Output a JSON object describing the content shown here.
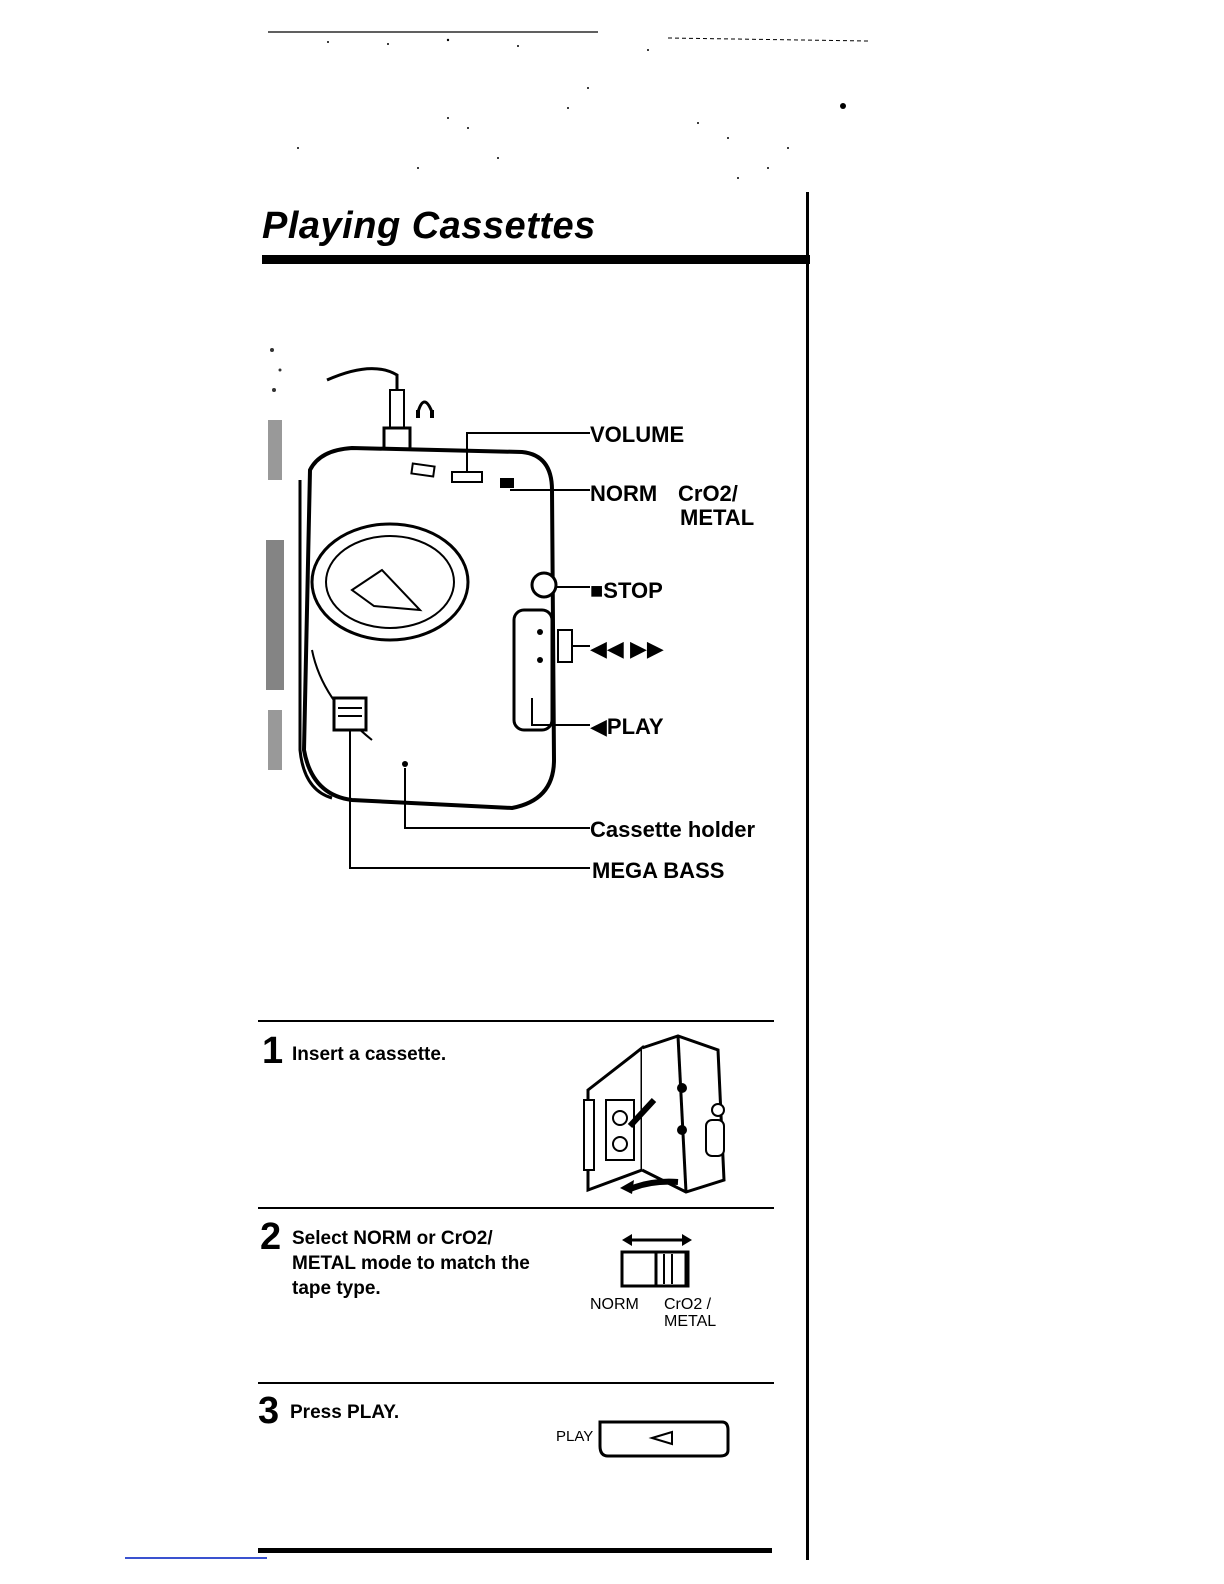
{
  "page": {
    "title": "Playing Cassettes"
  },
  "diagram": {
    "labels": {
      "volume": "VOLUME",
      "norm": "NORM",
      "cro2": "CrO2/",
      "metal": "METAL",
      "stop": "■STOP",
      "rew_ff": "◀◀   ▶▶",
      "play": "◀PLAY",
      "cassette_holder": "Cassette holder",
      "mega_bass": "MEGA BASS"
    }
  },
  "steps": [
    {
      "number": "1",
      "text": "Insert a cassette."
    },
    {
      "number": "2",
      "text": "Select NORM or CrO2/ METAL mode to match the tape type.",
      "switch_labels": {
        "norm": "NORM",
        "cro2": "CrO2 /",
        "metal": "METAL"
      }
    },
    {
      "number": "3",
      "text": "Press PLAY.",
      "button_label": "PLAY"
    }
  ],
  "colors": {
    "ink": "#000000",
    "accent_line": "#3a52d0"
  },
  "icons": [
    "headphones-icon",
    "cassette-player-illustration",
    "open-cassette-holder-illustration",
    "tape-mode-switch-icon",
    "play-button-icon"
  ]
}
